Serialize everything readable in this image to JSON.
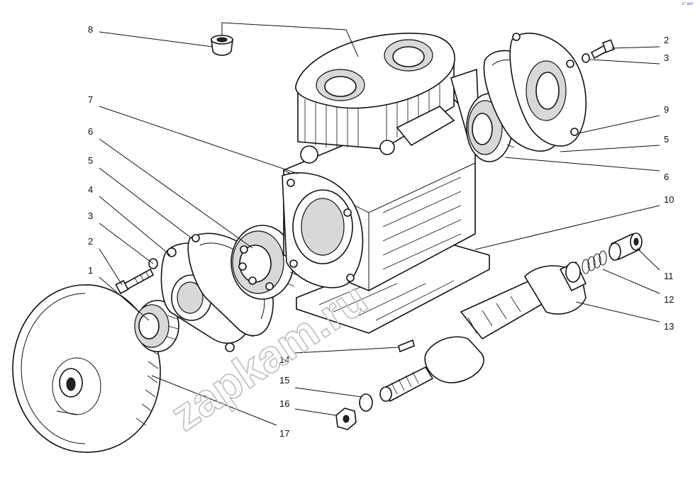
{
  "watermark": "zapkam.ru",
  "corner_mark": "z° am",
  "callouts_left": [
    "8",
    "7",
    "6",
    "5",
    "4",
    "3",
    "2",
    "1"
  ],
  "callouts_right": [
    "2",
    "3",
    "9",
    "5",
    "6",
    "10",
    "11",
    "12",
    "13"
  ],
  "callouts_bottom": [
    "14",
    "15",
    "16",
    "17"
  ]
}
